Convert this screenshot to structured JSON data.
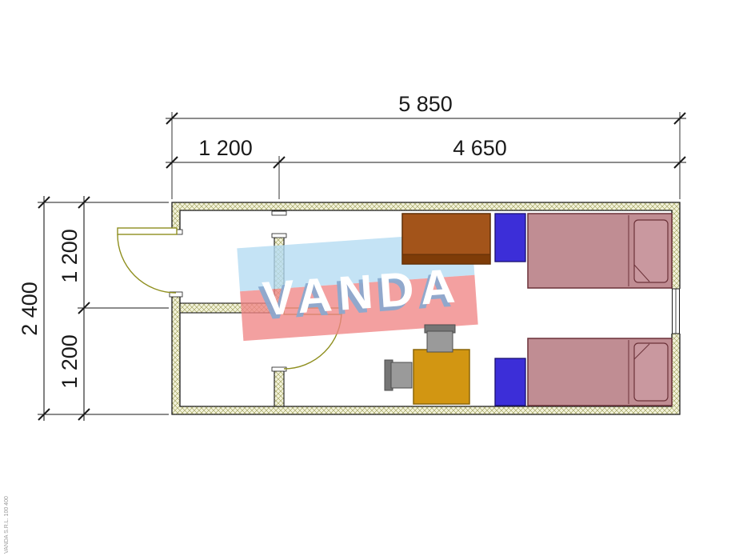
{
  "watermark": {
    "text": "VANDA"
  },
  "dimensions": {
    "overall_width": {
      "label": "5 850"
    },
    "segment_left": {
      "label": "1 200"
    },
    "segment_right": {
      "label": "4 650"
    },
    "overall_depth": {
      "label": "2 400"
    },
    "depth_upper": {
      "label": "1 200"
    },
    "depth_lower": {
      "label": "1 200"
    }
  },
  "footer": {
    "fine_print": "VANDA S.R.L. 100 400"
  },
  "colors": {
    "wall_hatch_bg": "#f2f2da",
    "wall_hatch_line": "#9a9a52",
    "outline": "#1a1a1a",
    "door_olive": "#8f8f1f",
    "bed": "#c08d93",
    "pillow": "#c9989f",
    "bed_outline": "#6b3138",
    "cabinet_blue": "#3c2ed8",
    "desk_brown": "#a3541a",
    "desk_front": "#7e3c08",
    "table_gold": "#d29612",
    "chair_gray": "#9a9a9a",
    "chair_dark": "#757575",
    "watermark_blue": "#b4dbf2",
    "watermark_red": "#ef8585",
    "watermark_shadow": "#86a9d0"
  }
}
